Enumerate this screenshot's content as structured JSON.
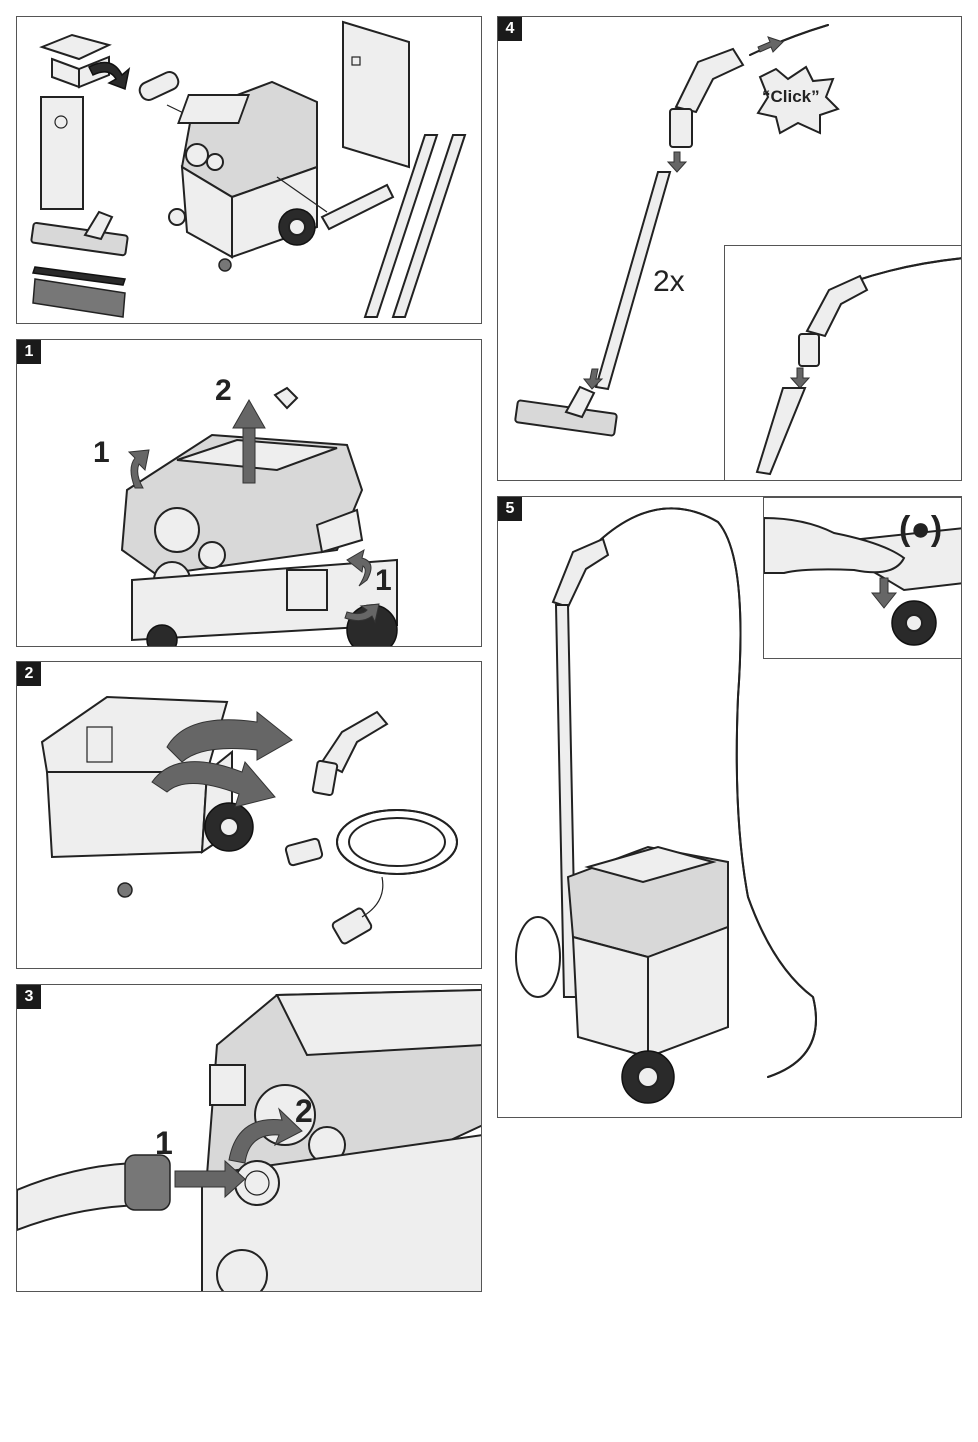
{
  "panels": {
    "contents": {
      "badge": ""
    },
    "step1": {
      "badge": "1",
      "label_lift": "2",
      "label_left": "1",
      "label_right": "1"
    },
    "step2": {
      "badge": "2"
    },
    "step3": {
      "badge": "3",
      "label_push": "1",
      "label_turn": "2"
    },
    "step4": {
      "badge": "4",
      "count": "2x",
      "click": "“Click”"
    },
    "step5": {
      "badge": "5",
      "brake_icon": "(●)"
    }
  },
  "colors": {
    "line": "#222222",
    "fill_light": "#eeeeee",
    "fill_mid": "#d8d8d8",
    "arrow": "#666666"
  }
}
